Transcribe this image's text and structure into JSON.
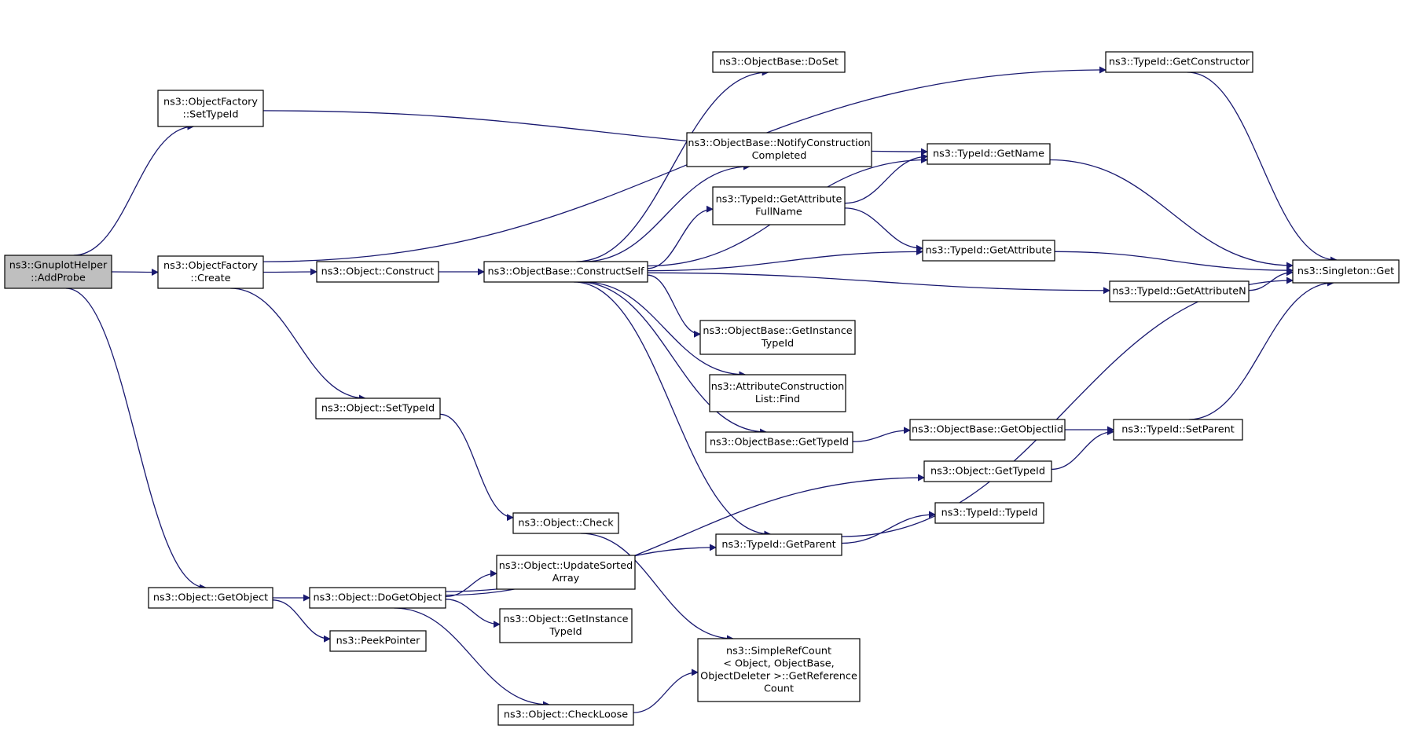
{
  "colors": {
    "edge": "#191970",
    "node_fill": "#ffffff",
    "root_fill": "#bfbfbf",
    "node_stroke": "#000000"
  },
  "nodes": {
    "addprobe": {
      "lines": [
        "ns3::GnuplotHelper",
        "::AddProbe"
      ],
      "root": true
    },
    "of_settypeid": {
      "lines": [
        "ns3::ObjectFactory",
        "::SetTypeId"
      ]
    },
    "of_create": {
      "lines": [
        "ns3::ObjectFactory",
        "::Create"
      ]
    },
    "obj_getobject": {
      "lines": [
        "ns3::Object::GetObject"
      ]
    },
    "obj_construct": {
      "lines": [
        "ns3::Object::Construct"
      ]
    },
    "obj_settypeid": {
      "lines": [
        "ns3::Object::SetTypeId"
      ]
    },
    "obj_dogetobject": {
      "lines": [
        "ns3::Object::DoGetObject"
      ]
    },
    "peekpointer": {
      "lines": [
        "ns3::PeekPointer"
      ]
    },
    "ob_constructself": {
      "lines": [
        "ns3::ObjectBase::ConstructSelf"
      ]
    },
    "obj_check": {
      "lines": [
        "ns3::Object::Check"
      ]
    },
    "obj_updatesorted": {
      "lines": [
        "ns3::Object::UpdateSorted",
        "Array"
      ]
    },
    "obj_getinstancetypeid": {
      "lines": [
        "ns3::Object::GetInstance",
        "TypeId"
      ]
    },
    "obj_checkloose": {
      "lines": [
        "ns3::Object::CheckLoose"
      ]
    },
    "ob_doset": {
      "lines": [
        "ns3::ObjectBase::DoSet"
      ]
    },
    "ob_notify": {
      "lines": [
        "ns3::ObjectBase::NotifyConstruction",
        "Completed"
      ]
    },
    "tid_getattrfullname": {
      "lines": [
        "ns3::TypeId::GetAttribute",
        "FullName"
      ]
    },
    "ob_getinstancetypeid": {
      "lines": [
        "ns3::ObjectBase::GetInstance",
        "TypeId"
      ]
    },
    "acl_find": {
      "lines": [
        "ns3::AttributeConstruction",
        "List::Find"
      ]
    },
    "ob_gettypeid": {
      "lines": [
        "ns3::ObjectBase::GetTypeId"
      ]
    },
    "tid_getparent": {
      "lines": [
        "ns3::TypeId::GetParent"
      ]
    },
    "simplerefcount": {
      "lines": [
        "ns3::SimpleRefCount",
        "< Object, ObjectBase,",
        " ObjectDeleter >::GetReference",
        "Count"
      ]
    },
    "tid_getconstructor": {
      "lines": [
        "ns3::TypeId::GetConstructor"
      ]
    },
    "tid_getname": {
      "lines": [
        "ns3::TypeId::GetName"
      ]
    },
    "tid_getattribute": {
      "lines": [
        "ns3::TypeId::GetAttribute"
      ]
    },
    "tid_getattributen": {
      "lines": [
        "ns3::TypeId::GetAttributeN"
      ]
    },
    "ob_getobjectiid": {
      "lines": [
        "ns3::ObjectBase::GetObjectIid"
      ]
    },
    "obj_gettypeid": {
      "lines": [
        "ns3::Object::GetTypeId"
      ]
    },
    "tid_typeid": {
      "lines": [
        "ns3::TypeId::TypeId"
      ]
    },
    "tid_setparent": {
      "lines": [
        "ns3::TypeId::SetParent"
      ]
    },
    "singleton_get": {
      "lines": [
        "ns3::Singleton::Get"
      ]
    }
  },
  "edges": [
    [
      "addprobe",
      "of_settypeid"
    ],
    [
      "addprobe",
      "of_create"
    ],
    [
      "addprobe",
      "obj_getobject"
    ],
    [
      "of_settypeid",
      "tid_getname"
    ],
    [
      "of_create",
      "tid_getconstructor"
    ],
    [
      "of_create",
      "obj_construct"
    ],
    [
      "of_create",
      "obj_settypeid"
    ],
    [
      "obj_construct",
      "ob_constructself"
    ],
    [
      "obj_settypeid",
      "obj_check"
    ],
    [
      "obj_getobject",
      "obj_dogetobject"
    ],
    [
      "obj_getobject",
      "peekpointer"
    ],
    [
      "obj_dogetobject",
      "obj_gettypeid"
    ],
    [
      "obj_dogetobject",
      "obj_updatesorted"
    ],
    [
      "obj_dogetobject",
      "obj_getinstancetypeid"
    ],
    [
      "obj_dogetobject",
      "tid_getparent"
    ],
    [
      "obj_dogetobject",
      "obj_checkloose"
    ],
    [
      "obj_check",
      "simplerefcount"
    ],
    [
      "obj_checkloose",
      "simplerefcount"
    ],
    [
      "ob_constructself",
      "ob_doset"
    ],
    [
      "ob_constructself",
      "tid_getname"
    ],
    [
      "ob_constructself",
      "ob_notify"
    ],
    [
      "ob_constructself",
      "tid_getattrfullname"
    ],
    [
      "ob_constructself",
      "tid_getattribute"
    ],
    [
      "ob_constructself",
      "tid_getattributen"
    ],
    [
      "ob_constructself",
      "ob_getinstancetypeid"
    ],
    [
      "ob_constructself",
      "acl_find"
    ],
    [
      "ob_constructself",
      "ob_gettypeid"
    ],
    [
      "ob_constructself",
      "tid_getparent"
    ],
    [
      "tid_getattrfullname",
      "tid_getname"
    ],
    [
      "tid_getattrfullname",
      "tid_getattribute"
    ],
    [
      "ob_gettypeid",
      "ob_getobjectiid"
    ],
    [
      "ob_getobjectiid",
      "tid_setparent"
    ],
    [
      "obj_gettypeid",
      "tid_setparent"
    ],
    [
      "tid_getparent",
      "tid_typeid"
    ],
    [
      "tid_getparent",
      "singleton_get"
    ],
    [
      "tid_getconstructor",
      "singleton_get"
    ],
    [
      "tid_getname",
      "singleton_get"
    ],
    [
      "tid_getattribute",
      "singleton_get"
    ],
    [
      "tid_getattributen",
      "singleton_get"
    ],
    [
      "tid_setparent",
      "singleton_get"
    ]
  ]
}
